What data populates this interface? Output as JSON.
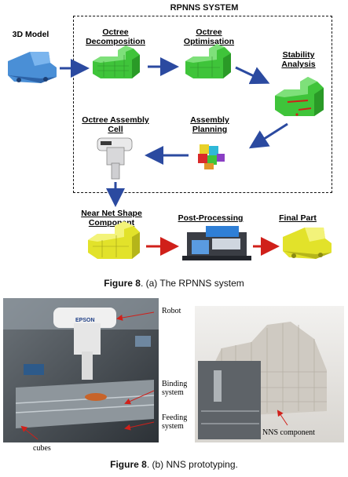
{
  "system": {
    "title": "RPNNS SYSTEM",
    "model_label": "3D Model",
    "steps": {
      "octree_decomposition": [
        "Octree",
        "Decomposition"
      ],
      "octree_optimisation": [
        "Octree",
        "Optimisation"
      ],
      "stability_analysis": [
        "Stability",
        "Analysis"
      ],
      "assembly_planning": [
        "Assembly",
        "Planning"
      ],
      "octree_assembly_cell": [
        "Octree Assembly",
        "Cell"
      ]
    },
    "outputs": {
      "near_net_shape": [
        "Near Net Shape",
        "Component"
      ],
      "post_processing": "Post-Processing",
      "final_part": "Final Part"
    }
  },
  "captions": {
    "fig_a_label": "Figure 8",
    "fig_a_text": ". (a) The RPNNS system",
    "fig_b_label": "Figure 8",
    "fig_b_text": ". (b) NNS prototyping."
  },
  "photo_labels": {
    "robot_brand": "EPSON",
    "robot": "Robot",
    "binding": [
      "Binding",
      "system"
    ],
    "feeding": [
      "Feeding",
      "system"
    ],
    "cubes": "cubes",
    "nns_component": "NNS component"
  },
  "colors": {
    "green": "#3fc43a",
    "blue_model": "#4a8fd6",
    "yellow": "#e2e22a",
    "arrow_blue": "#2b4aa0",
    "arrow_red": "#d0201a"
  }
}
